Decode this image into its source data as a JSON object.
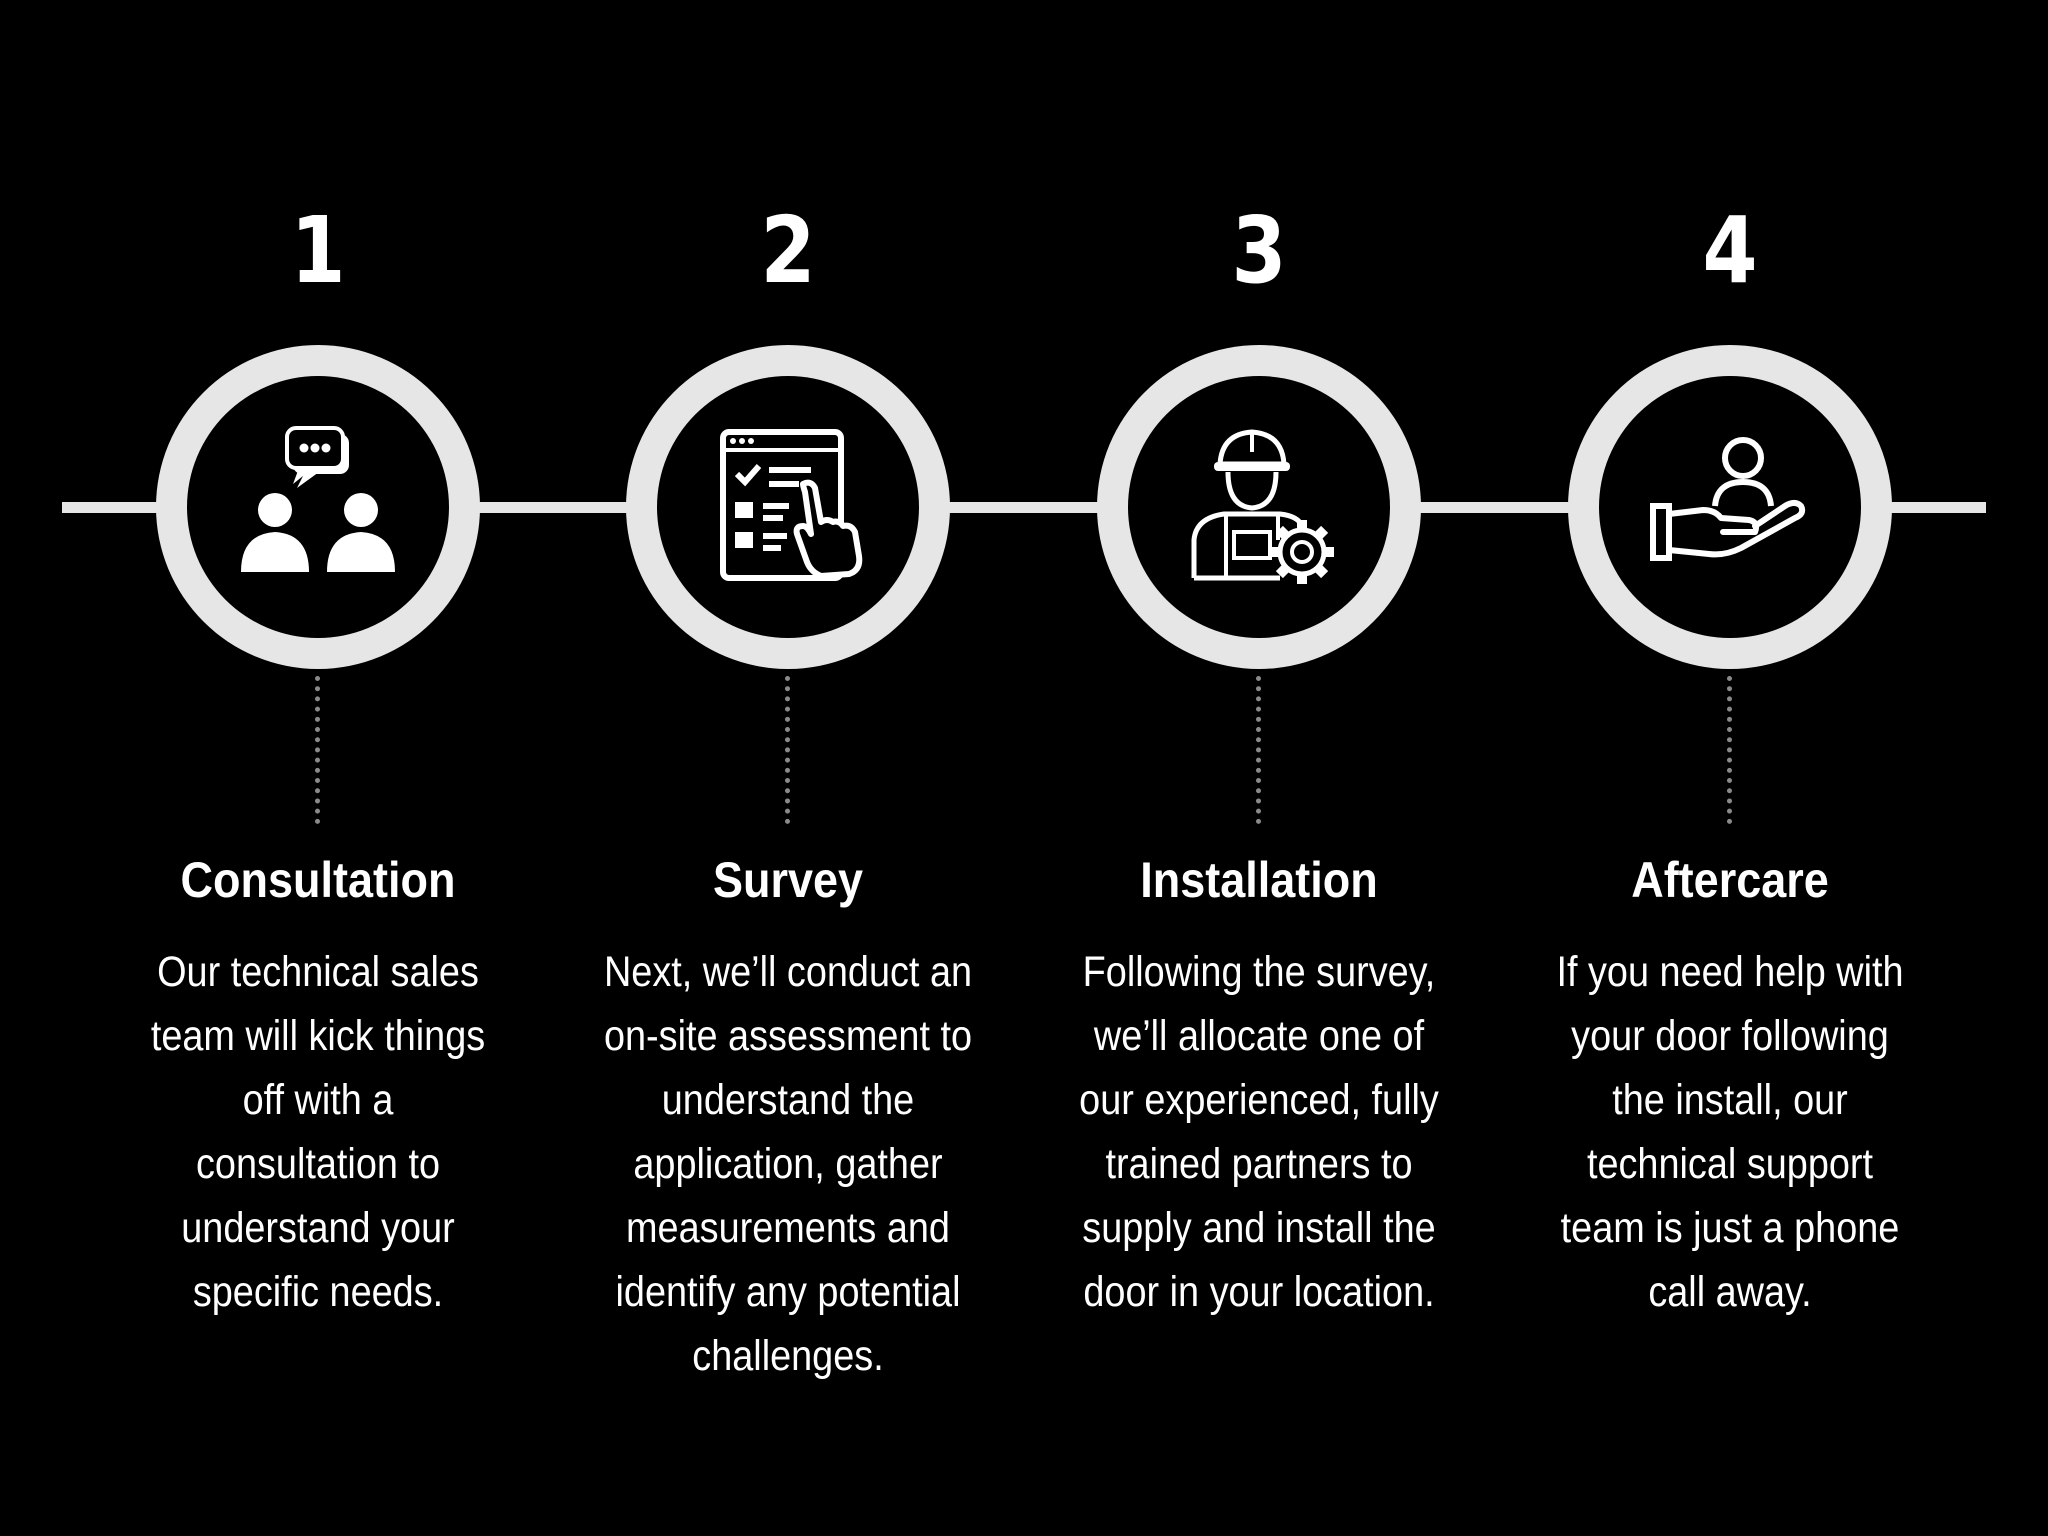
{
  "steps": [
    {
      "number": "1",
      "title": "Consultation",
      "icon": "consultation-chat-icon",
      "description": [
        "Our technical sales",
        "team will kick things",
        "off with a",
        "consultation to",
        "understand your",
        "specific needs."
      ]
    },
    {
      "number": "2",
      "title": "Survey",
      "icon": "survey-checklist-icon",
      "description": [
        "Next, we’ll conduct an",
        "on-site assessment to",
        "understand the",
        "application, gather",
        "measurements and",
        "identify any potential",
        "challenges."
      ]
    },
    {
      "number": "3",
      "title": "Installation",
      "icon": "installer-worker-gear-icon",
      "description": [
        "Following the survey,",
        "we’ll allocate one of",
        "our experienced, fully",
        "trained partners to",
        "supply and install the",
        "door in your location."
      ]
    },
    {
      "number": "4",
      "title": "Aftercare",
      "icon": "hand-person-support-icon",
      "description": [
        "If you need help with",
        "your door following",
        "the install, our",
        "technical support",
        "team is just a phone",
        "call away."
      ]
    }
  ],
  "colors": {
    "background": "#000000",
    "ring": "#e6e6e6",
    "text": "#ffffff",
    "connector": "#8a8a8a"
  }
}
